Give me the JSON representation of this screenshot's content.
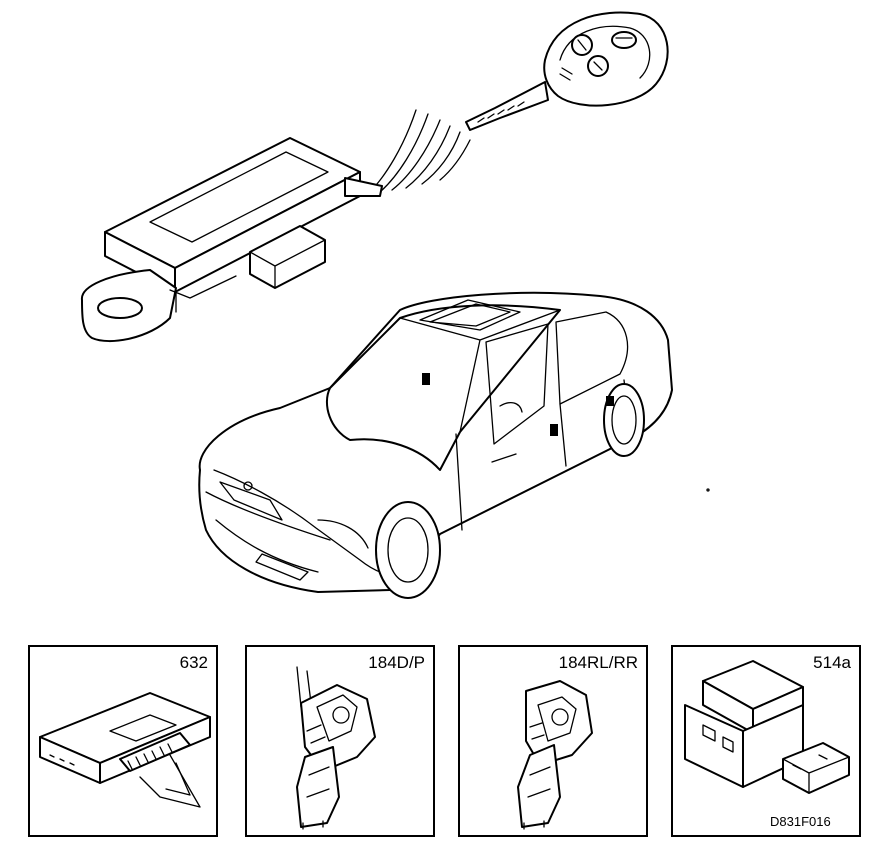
{
  "panels": [
    {
      "label": "632"
    },
    {
      "label": "184D/P"
    },
    {
      "label": "184RL/RR"
    },
    {
      "label": "514a"
    }
  ],
  "figure_code": "D831F016"
}
